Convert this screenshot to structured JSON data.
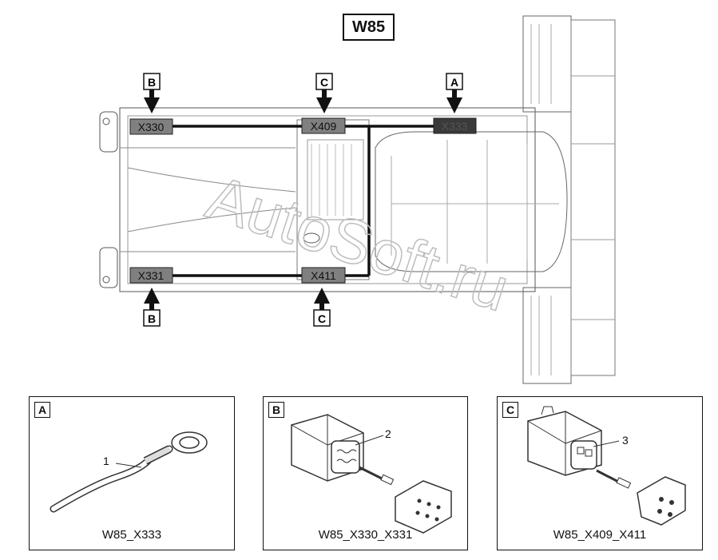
{
  "title": "W85",
  "connectors": {
    "x330": "X330",
    "x331": "X331",
    "x409": "X409",
    "x411": "X411",
    "x333": "X333"
  },
  "markers": {
    "b_top": "B",
    "c_top": "C",
    "a_top": "A",
    "b_bottom": "B",
    "c_bottom": "C"
  },
  "watermark": "AutoSoft.ru",
  "panels": [
    {
      "letter": "A",
      "callout": "1",
      "caption": "W85_X333"
    },
    {
      "letter": "B",
      "callout": "2",
      "caption": "W85_X330_X331"
    },
    {
      "letter": "C",
      "callout": "3",
      "caption": "W85_X409_X411"
    }
  ],
  "colors": {
    "harness": "#111111",
    "connector_fill": "#808080",
    "connector_dark": "#3a3a3a"
  }
}
